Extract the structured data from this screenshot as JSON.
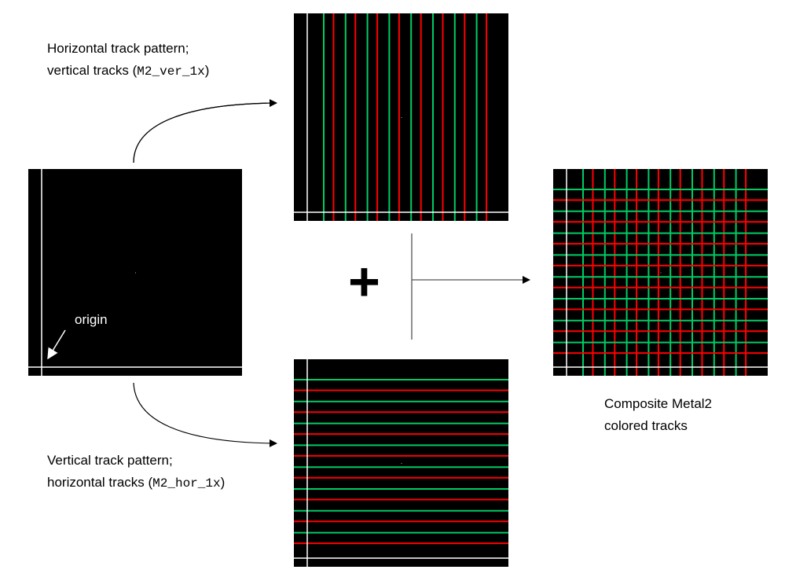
{
  "top_label": {
    "line1": "Horizontal track pattern;",
    "line2_prefix": "vertical tracks (",
    "line2_code": "M2_ver_1x",
    "line2_suffix": ")"
  },
  "bottom_label": {
    "line1": "Vertical track pattern;",
    "line2_prefix": "horizontal tracks (",
    "line2_code": "M2_hor_1x",
    "line2_suffix": ")"
  },
  "composite_label": {
    "line1": "Composite Metal2",
    "line2": "colored tracks"
  },
  "origin_label": "origin",
  "plus_symbol": "+",
  "colors": {
    "track_a": "#00cc66",
    "track_b": "#ff0000",
    "boundary": "#ffffff",
    "background": "#000000"
  }
}
